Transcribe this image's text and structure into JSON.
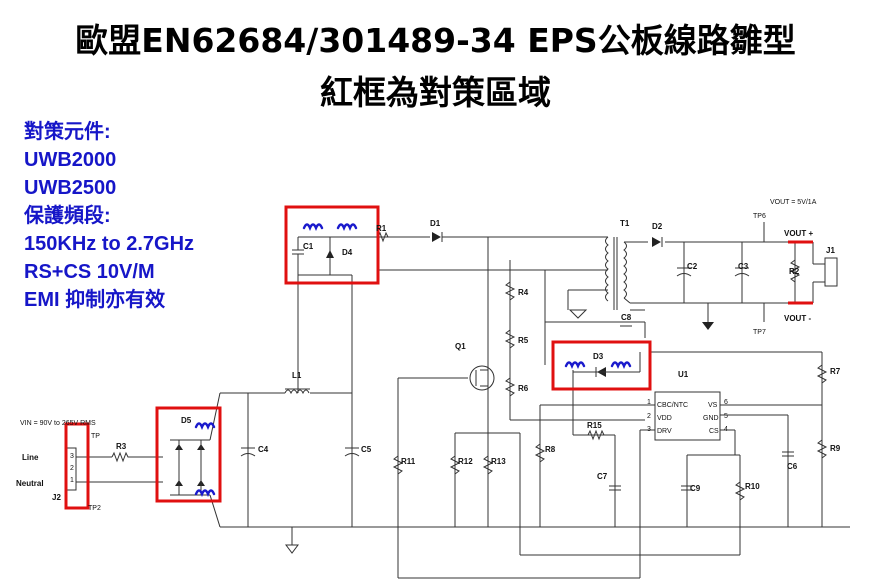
{
  "title": {
    "line1": "歐盟EN62684/301489-34 EPS公板線路雛型",
    "line2": "紅框為對策區域"
  },
  "side_notes": {
    "heading1": "對策元件:",
    "part1": "UWB2000",
    "part2": "UWB2500",
    "heading2": "保護頻段:",
    "range": "150KHz to 2.7GHz",
    "immunity": "RS+CS 10V/M",
    "emi": "EMI 抑制亦有效"
  },
  "schematic": {
    "vin_note": "VIN = 90V to 265V RMS",
    "vout_note": "VOUT = 5V/1A",
    "vout_plus": "VOUT +",
    "vout_minus": "VOUT -",
    "line": "Line",
    "neutral": "Neutral",
    "pins": [
      "3",
      "2",
      "1"
    ],
    "j2": "J2",
    "j1": "J1",
    "tp": "TP",
    "tp2": "TP2",
    "tp6": "TP6",
    "tp7": "TP7",
    "r3": "R3",
    "d5": "D5",
    "c4": "C4",
    "c5": "C5",
    "l1": "L1",
    "c1": "C1",
    "d4": "D4",
    "r1": "R1",
    "d1": "D1",
    "t1": "T1",
    "d2": "D2",
    "c2": "C2",
    "c3": "C3",
    "r2": "R2",
    "c8": "C8",
    "r4": "R4",
    "r5": "R5",
    "r6": "R6",
    "q1": "Q1",
    "d3": "D3",
    "u1": "U1",
    "r7": "R7",
    "r9": "R9",
    "c6": "C6",
    "r8": "R8",
    "r11": "R11",
    "r12": "R12",
    "r13": "R13",
    "r15": "R15",
    "c7": "C7",
    "c9": "C9",
    "r10": "R10",
    "u1_pins": [
      "CBC/NTC",
      "VDD",
      "DRV",
      "VS",
      "GND",
      "CS"
    ],
    "u1_pin_nums": [
      "1",
      "2",
      "3",
      "6",
      "5",
      "4"
    ]
  },
  "colors": {
    "accent_red": "#e01010",
    "annotation_blue": "#1616c8",
    "coil_blue": "#1a1acc"
  }
}
